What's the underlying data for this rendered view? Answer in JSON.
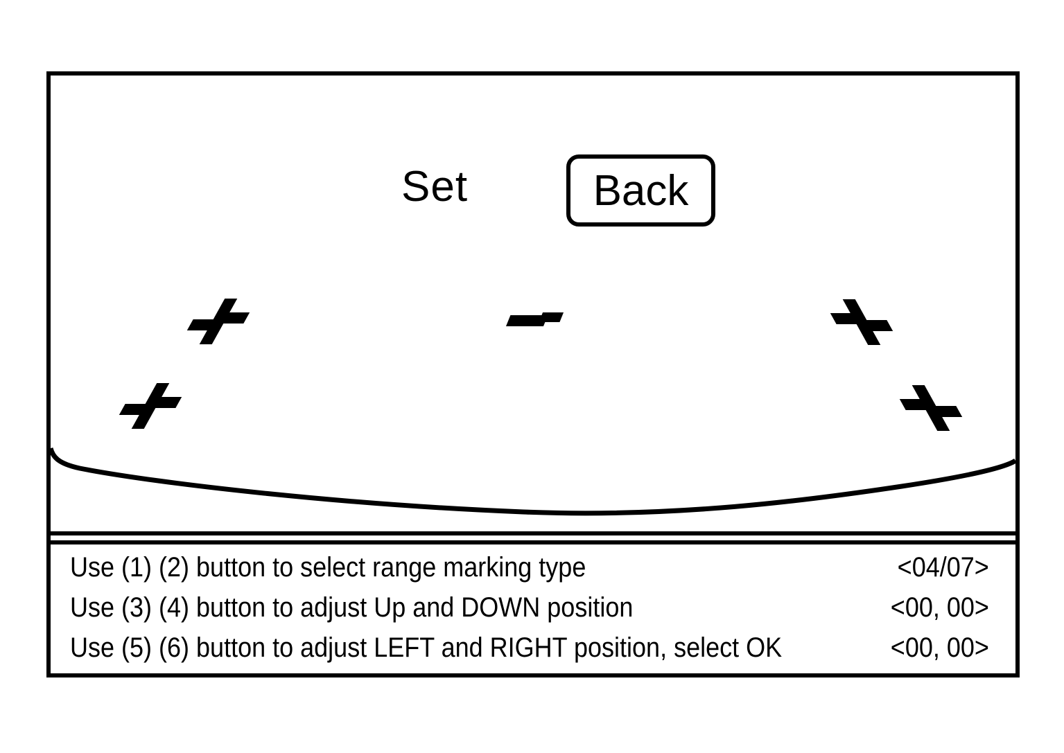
{
  "window": {
    "set_label": "Set",
    "back_label": "Back"
  },
  "markers": {
    "icons": [
      {
        "name": "cross-marker-top-left"
      },
      {
        "name": "cross-marker-bottom-left"
      },
      {
        "name": "dash-marker-center"
      },
      {
        "name": "cross-marker-top-right"
      },
      {
        "name": "cross-marker-bottom-right"
      }
    ],
    "outline": "vehicle-bumper-curve"
  },
  "instructions": {
    "rows": [
      {
        "text": "Use (1) (2) button to select range marking type",
        "value": "<04/07>"
      },
      {
        "text": "Use (3) (4) button to adjust Up and DOWN position",
        "value": "<00, 00>"
      },
      {
        "text": "Use (5) (6) button to adjust LEFT and RIGHT position, select OK",
        "value": "<00, 00>"
      }
    ]
  },
  "colors": {
    "ink": "#000000",
    "background": "#ffffff"
  }
}
